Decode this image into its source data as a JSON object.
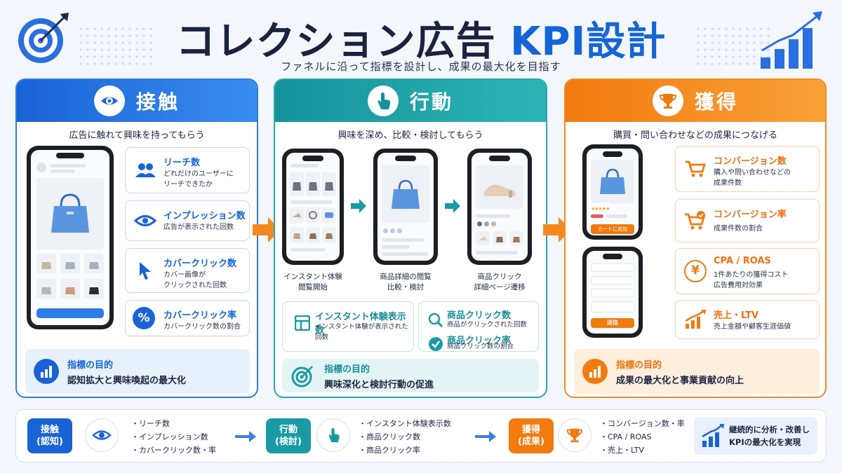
{
  "header": {
    "title_main": "コレクション広告",
    "title_accent": "KPI設計",
    "subtitle": "ファネルに沿って指標を設計し、成果の最大化を目指す"
  },
  "colors": {
    "blue": "#1565d8",
    "teal": "#1a9aa2",
    "orange": "#f27a0f",
    "navy": "#1a2240"
  },
  "stages": {
    "contact": {
      "title": "接触",
      "icon": "eye-icon",
      "desc": "広告に触れて興味を持ってもらう",
      "metrics": [
        {
          "icon": "users-icon",
          "title": "リーチ数",
          "desc1": "どれだけのユーザーに",
          "desc2": "リーチできたか"
        },
        {
          "icon": "eye-icon",
          "title": "インプレッション数",
          "desc1": "広告が表示された回数",
          "desc2": ""
        },
        {
          "icon": "cursor-icon",
          "title": "カバークリック数",
          "desc1": "カバー画像が",
          "desc2": "クリックされた回数"
        },
        {
          "icon": "percent-icon",
          "title": "カバークリック率",
          "desc1": "カバークリック数の割合",
          "desc2": ""
        }
      ],
      "goal_title": "指標の目的",
      "goal_desc": "認知拡大と興味喚起の最大化"
    },
    "action": {
      "title": "行動",
      "icon": "tap-hand-icon",
      "desc": "興味を深め、比較・検討してもらう",
      "phones": [
        {
          "label1": "インスタント体験",
          "label2": "閲覧開始"
        },
        {
          "label1": "商品詳細の閲覧",
          "label2": "比較・検討"
        },
        {
          "label1": "商品クリック",
          "label2": "詳細ページ遷移"
        }
      ],
      "metrics": [
        {
          "icon": "layout-icon",
          "title": "インスタント体験表示数",
          "desc": "インスタント体験が表示された回数"
        },
        {
          "icon": "search-icon",
          "title": "商品クリック数",
          "desc": "商品がクリックされた回数"
        },
        {
          "icon": "check-circle-icon",
          "title": "商品クリック率",
          "desc": "商品クリック数の割合"
        }
      ],
      "goal_title": "指標の目的",
      "goal_desc": "興味深化と検討行動の促進"
    },
    "acquire": {
      "title": "獲得",
      "icon": "trophy-icon",
      "desc": "購買・問い合わせなどの成果につなげる",
      "cart_button": "カートに追加",
      "submit_button": "送信",
      "metrics": [
        {
          "icon": "cart-icon",
          "title": "コンバージョン数",
          "desc1": "購入や問い合わせなどの",
          "desc2": "成果件数"
        },
        {
          "icon": "cart-check-icon",
          "title": "コンバージョン率",
          "desc1": "成果件数の割合",
          "desc2": ""
        },
        {
          "icon": "yen-icon",
          "title": "CPA / ROAS",
          "desc1": "1件あたりの獲得コスト",
          "desc2": "広告費用対効果"
        },
        {
          "icon": "growth-chart-icon",
          "title": "売上・LTV",
          "desc1": "売上金額や顧客生涯価値",
          "desc2": ""
        }
      ],
      "goal_title": "指標の目的",
      "goal_desc": "成果の最大化と事業貢献の向上"
    }
  },
  "summary": {
    "contact": {
      "line1": "接触",
      "line2": "(認知)",
      "items": [
        "・リーチ数",
        "・インプレッション数",
        "・カバークリック数・率"
      ]
    },
    "action": {
      "line1": "行動",
      "line2": "(検討)",
      "items": [
        "・インスタント体験表示数",
        "・商品クリック数",
        "・商品クリック率"
      ]
    },
    "acquire": {
      "line1": "獲得",
      "line2": "(成果)",
      "items": [
        "・コンバージョン数・率",
        "・CPA / ROAS",
        "・売上・LTV"
      ]
    },
    "final_line1": "継続的に分析・改善し",
    "final_line2": "KPIの最大化を実現"
  }
}
